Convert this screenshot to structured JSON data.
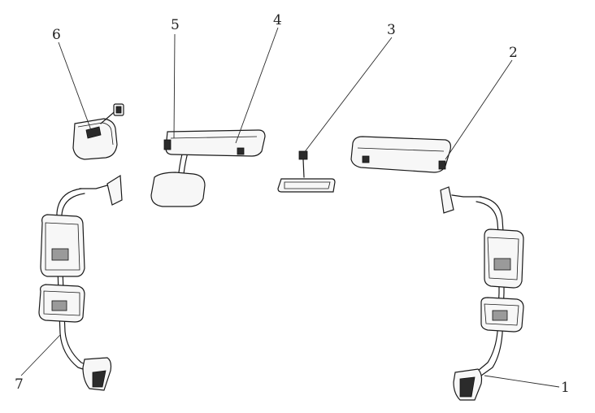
{
  "diagram": {
    "callouts": [
      {
        "id": "1",
        "text": "1"
      },
      {
        "id": "2",
        "text": "2"
      },
      {
        "id": "3",
        "text": "3"
      },
      {
        "id": "4",
        "text": "4"
      },
      {
        "id": "5",
        "text": "5"
      },
      {
        "id": "6",
        "text": "6"
      },
      {
        "id": "7",
        "text": "7"
      }
    ],
    "colors": {
      "line": "#1a1a1a",
      "background": "#ffffff"
    }
  }
}
